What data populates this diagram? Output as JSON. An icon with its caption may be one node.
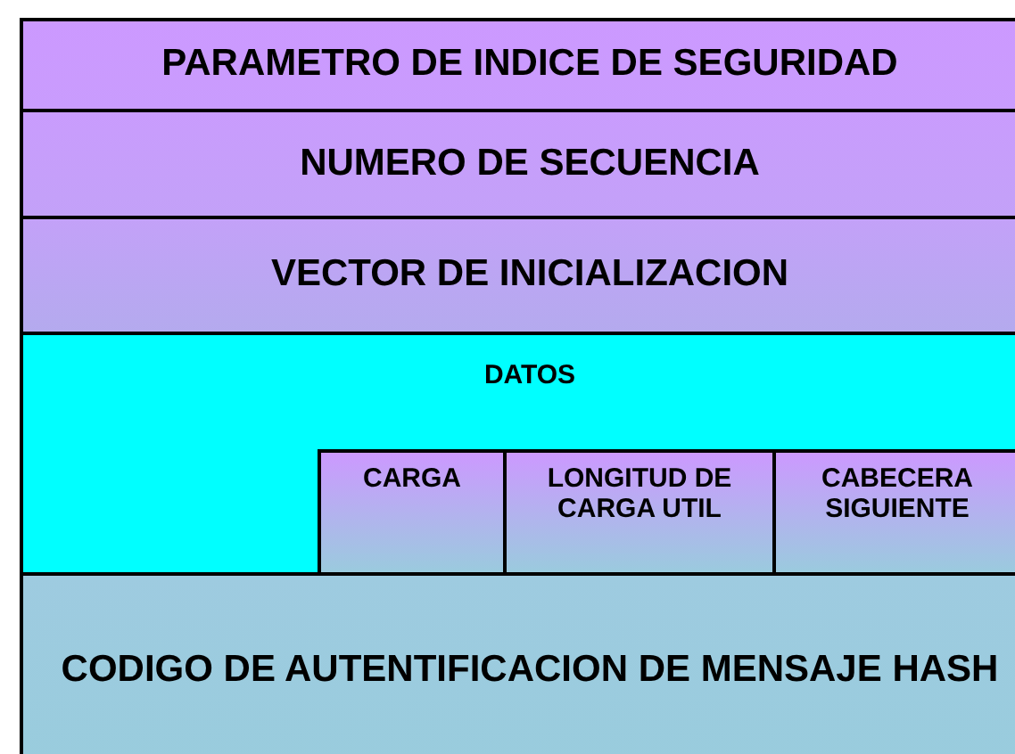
{
  "diagram": {
    "nodes": [
      {
        "text": [
          "PARAMETRO DE INDICE DE SEGURIDAD"
        ]
      },
      {
        "text": [
          "NUMERO DE SECUENCIA"
        ]
      },
      {
        "text": [
          "VECTOR DE INICIALIZACION"
        ]
      },
      {
        "text": [
          "DATOS"
        ]
      },
      {
        "text": [
          "CARGA"
        ],
        "in": 3
      },
      {
        "text": [
          "LONGITUD DE CARGA UTIL"
        ],
        "in": 3
      },
      {
        "text": [
          "CABECERA SIGUIENTE"
        ],
        "in": 3
      },
      {
        "text": [
          "CODIGO DE AUTENTIFICACION DE MENSAJE HASH"
        ]
      }
    ]
  }
}
